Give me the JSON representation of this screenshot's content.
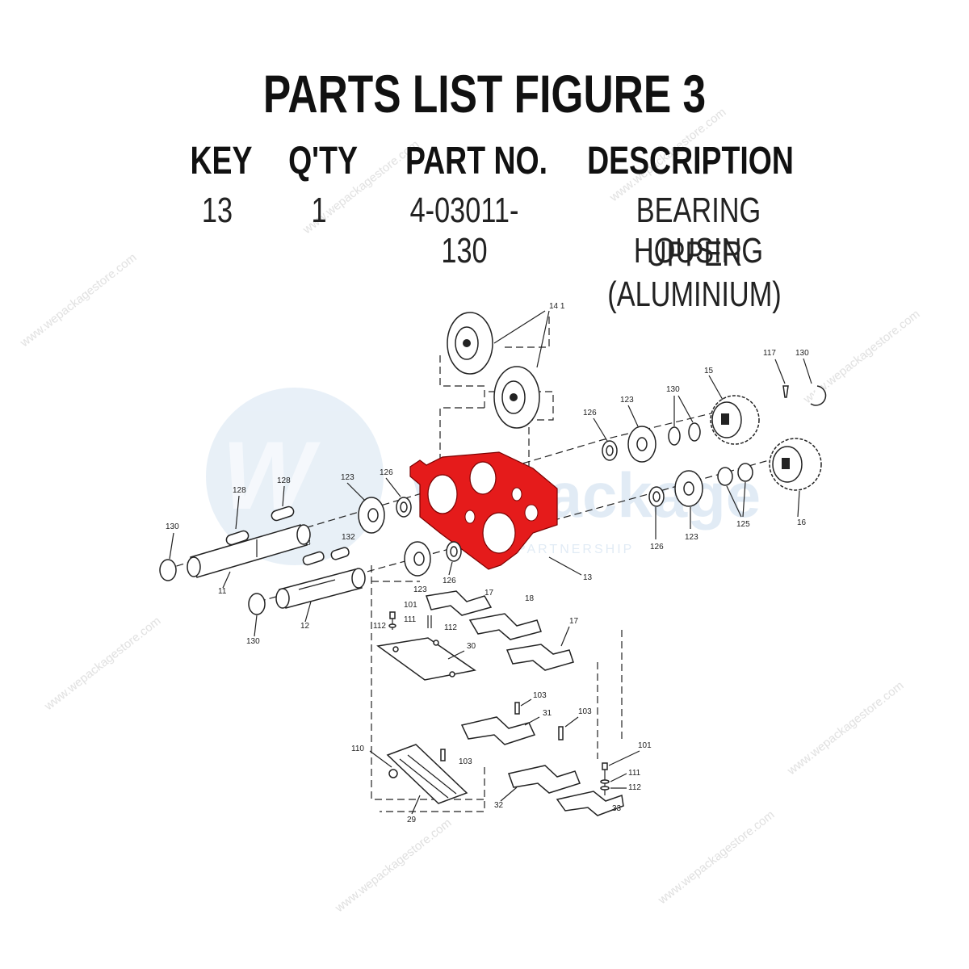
{
  "title": "PARTS LIST FIGURE 3",
  "table": {
    "headers": {
      "key": "KEY",
      "qty": "Q'TY",
      "part_no": "PART NO.",
      "description": "DESCRIPTION"
    },
    "row": {
      "key": "13",
      "qty": "1",
      "part_no": "4-03011-130",
      "description_line1": "BEARING HOUSING",
      "description_line2": "UPPER (ALUMINIUM)"
    }
  },
  "watermark": {
    "brand": "WePackage",
    "sub": "PARTNERSHIP",
    "url_text": "www.wepackagestore.com"
  },
  "highlight_color": "#e51b1b",
  "callouts": {
    "c14": "14 1",
    "c117": "117",
    "c130a": "130",
    "c15": "15",
    "c130b": "130",
    "c123a": "123",
    "c126a": "126",
    "c16": "16",
    "c125": "125",
    "c123b": "123",
    "c126b": "126",
    "c128a": "128",
    "c128b": "128",
    "c123c": "123",
    "c126c": "126",
    "c130c": "130",
    "c128c": "128",
    "c132": "132",
    "c11": "11",
    "c13": "13",
    "c123d": "123",
    "c126d": "126",
    "c12": "12",
    "c130d": "130",
    "c17a": "17",
    "c18": "18",
    "c17b": "17",
    "c101a": "101",
    "c111a": "111",
    "c112a": "112",
    "c112b": "112",
    "c30": "30",
    "c103a": "103",
    "c31": "31",
    "c103b": "103",
    "c101b": "101",
    "c110": "110",
    "c103c": "103",
    "c111b": "111",
    "c112c": "112",
    "c32": "32",
    "c33": "33",
    "c29": "29"
  }
}
